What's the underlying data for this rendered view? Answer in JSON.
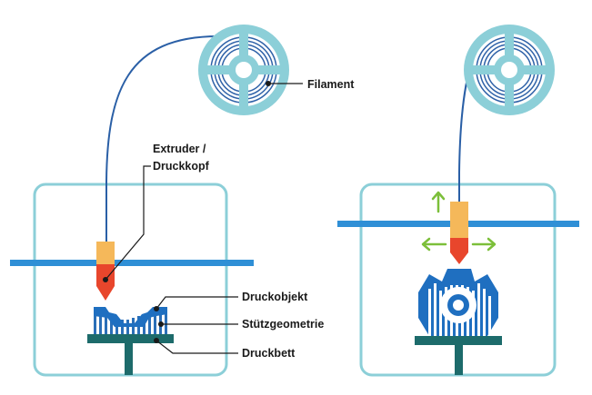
{
  "labels": {
    "filament": "Filament",
    "extruder_line1": "Extruder /",
    "extruder_line2": "Druckkopf",
    "druckobjekt": "Druckobjekt",
    "stuetzgeometrie": "Stützgeometrie",
    "druckbett": "Druckbett"
  },
  "colors": {
    "frame": "#8ccfd8",
    "spool": "#8ccfd8",
    "spool_winding": "#2f62a8",
    "rail": "#2f8fd6",
    "filament_line": "#2a5fa6",
    "extruder_body": "#f5b85a",
    "nozzle": "#e8462c",
    "bed": "#1d6b6b",
    "print_object": "#1f6fc0",
    "support": "#2a6fb8",
    "arrow": "#7cbf3a",
    "leader": "#1a1a1a"
  },
  "icons": [
    "filament-spool-icon",
    "extruder-icon",
    "movement-arrows-icon",
    "gear-object-icon"
  ]
}
